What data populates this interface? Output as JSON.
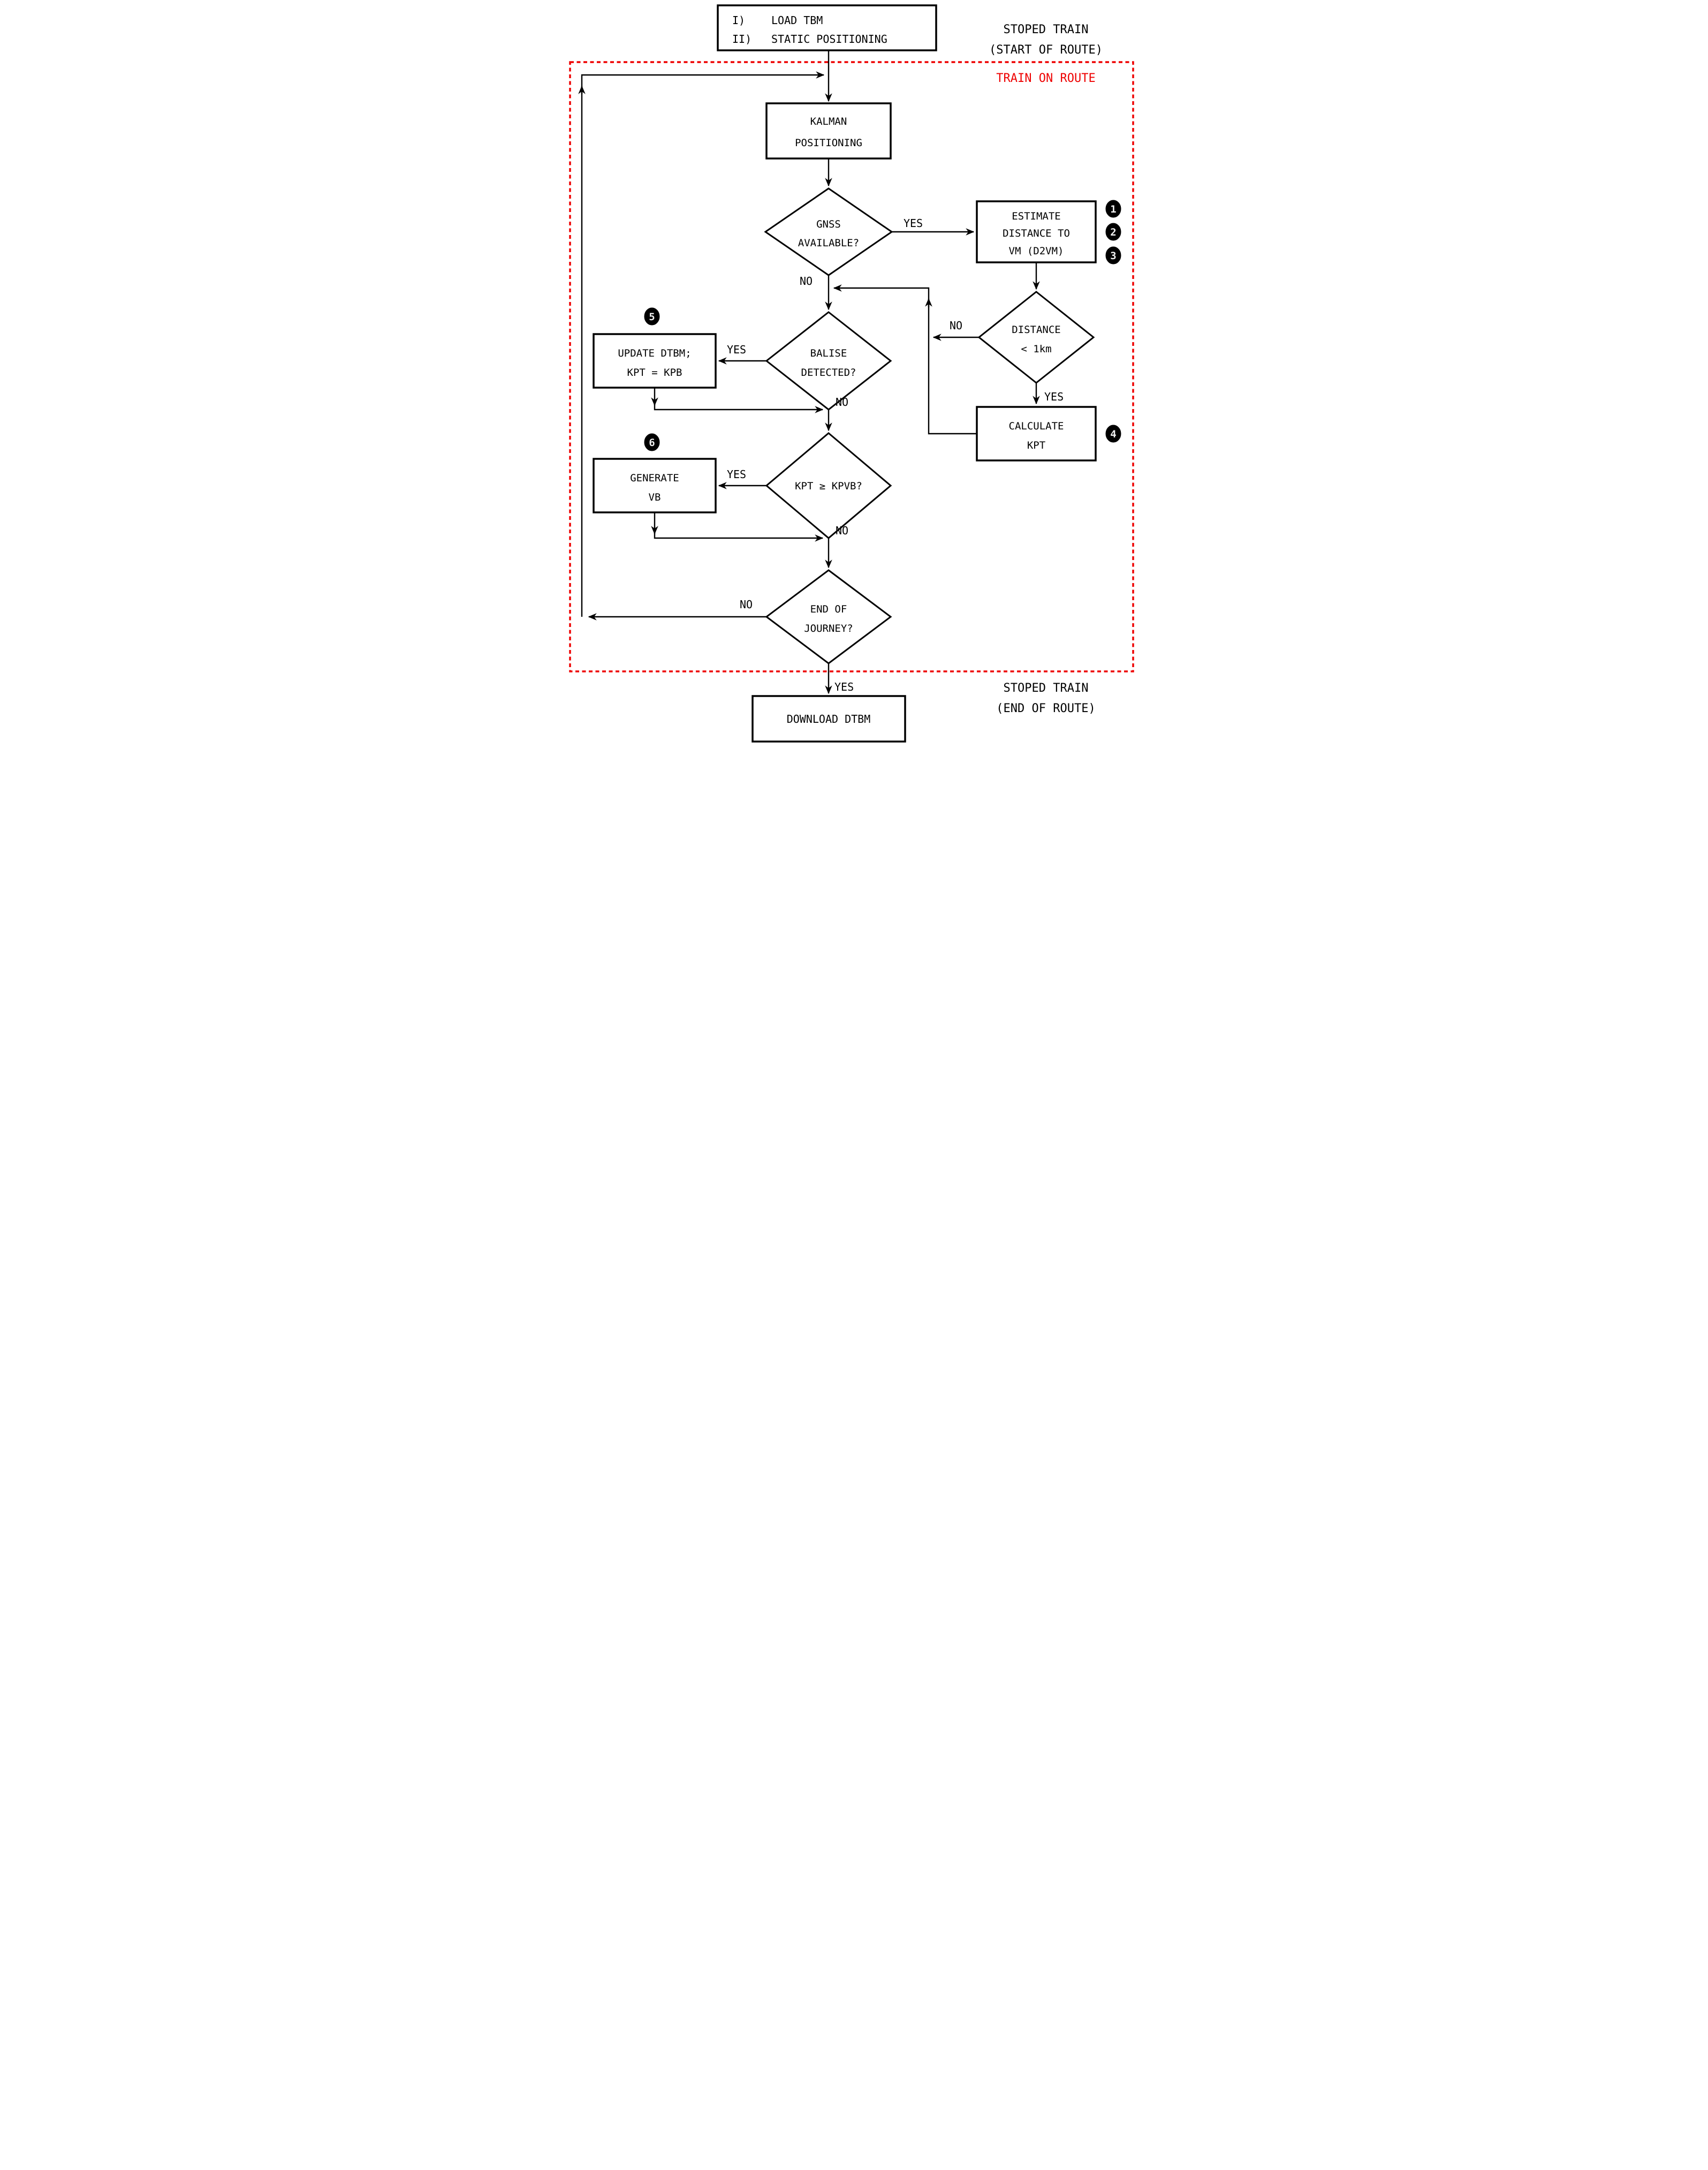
{
  "colors": {
    "line": "#000000",
    "accent_red": "#ee0000",
    "background": "#ffffff",
    "badge_fill": "#000000",
    "badge_text": "#f0f0f0"
  },
  "captions": {
    "stoped_train_start_line1": "STOPED TRAIN",
    "stoped_train_start_line2": "(START OF ROUTE)",
    "train_on_route": "TRAIN ON ROUTE",
    "stoped_train_end_line1": "STOPED TRAIN",
    "stoped_train_end_line2": "(END OF ROUTE)"
  },
  "nodes": {
    "start": {
      "item1_num": "I)",
      "item1_label": "LOAD TBM",
      "item2_num": "II)",
      "item2_label": "STATIC POSITIONING"
    },
    "kalman": {
      "line1": "KALMAN",
      "line2": "POSITIONING"
    },
    "gnss": {
      "line1": "GNSS",
      "line2": "AVAILABLE?"
    },
    "estimate": {
      "line1": "ESTIMATE",
      "line2": "DISTANCE TO",
      "line3": "VM (D2VM)"
    },
    "distance": {
      "line1": "DISTANCE",
      "line2": "< 1km"
    },
    "calculate": {
      "line1": "CALCULATE",
      "line2": "KPT"
    },
    "balise": {
      "line1": "BALISE",
      "line2": "DETECTED?"
    },
    "update_dtbm": {
      "line1": "UPDATE DTBM;",
      "line2": "KPT = KPB"
    },
    "kpt_check": {
      "label": "KPT ≥ KPVB?"
    },
    "generate_vb": {
      "line1": "GENERATE",
      "line2": "VB"
    },
    "end_journey": {
      "line1": "END OF",
      "line2": "JOURNEY?"
    },
    "download": {
      "label": "DOWNLOAD DTBM"
    }
  },
  "badges": {
    "b1": "1",
    "b2": "2",
    "b3": "3",
    "b4": "4",
    "b5": "5",
    "b6": "6"
  },
  "edge_labels": {
    "gnss_yes": "YES",
    "gnss_no": "NO",
    "distance_no": "NO",
    "distance_yes": "YES",
    "balise_yes": "YES",
    "balise_no": "NO",
    "kpt_yes": "YES",
    "kpt_no": "NO",
    "end_no": "NO",
    "end_yes": "YES"
  }
}
